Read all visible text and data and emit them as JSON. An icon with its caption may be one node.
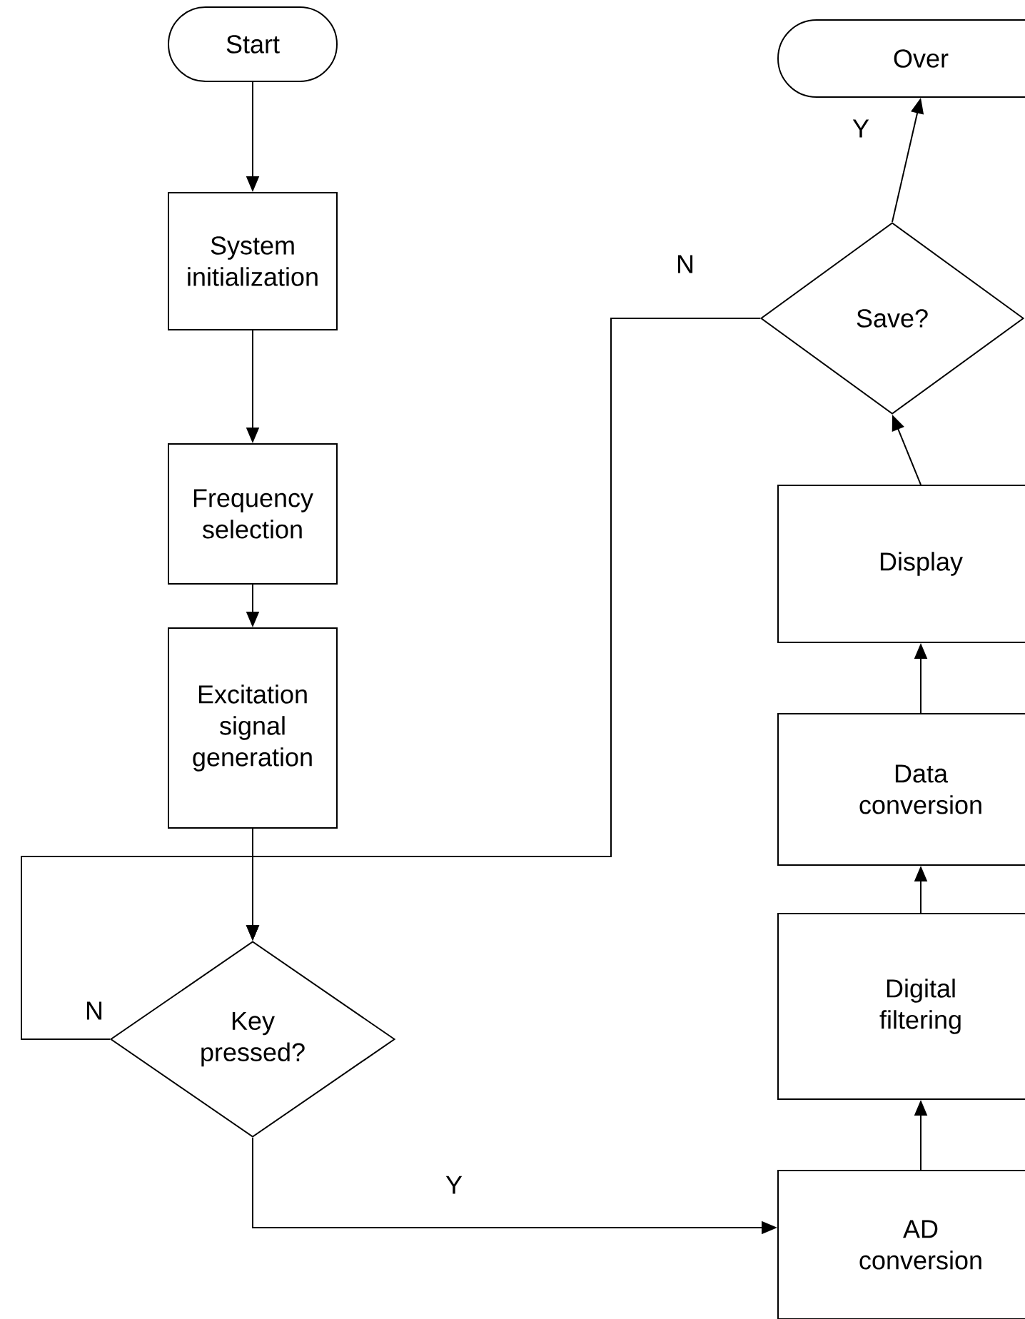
{
  "diagram": {
    "nodes": [
      {
        "text": [
          "Start"
        ]
      },
      {
        "text": [
          "System initialization"
        ]
      },
      {
        "text": [
          "Frequency selection"
        ]
      },
      {
        "text": [
          "Excitation signal generation"
        ]
      },
      {
        "text": [
          "Key pressed?"
        ]
      },
      {
        "text": [
          "AD conversion"
        ]
      },
      {
        "text": [
          "Digital filtering"
        ]
      },
      {
        "text": [
          "Data conversion"
        ]
      },
      {
        "text": [
          "Display"
        ]
      },
      {
        "text": [
          "Save?"
        ]
      },
      {
        "text": [
          "Over"
        ]
      }
    ],
    "edges": [
      {
        "from": 0,
        "to": 1,
        "arrow": "to"
      },
      {
        "from": 1,
        "to": 2,
        "arrow": "to"
      },
      {
        "from": 2,
        "to": 3,
        "arrow": "to"
      },
      {
        "from": 3,
        "to": 4,
        "arrow": "to"
      },
      {
        "from": 4,
        "to": 5,
        "arrow": "to",
        "label": "Y"
      },
      {
        "from": 5,
        "to": 6,
        "arrow": "to"
      },
      {
        "from": 6,
        "to": 7,
        "arrow": "to"
      },
      {
        "from": 7,
        "to": 8,
        "arrow": "to"
      },
      {
        "from": 8,
        "to": 9,
        "arrow": "to"
      },
      {
        "from": 9,
        "to": 10,
        "arrow": "to",
        "label": "Y"
      },
      {
        "from": 9,
        "to": 4,
        "arrow": "to",
        "label": "N"
      },
      {
        "from": 4,
        "to": 4,
        "arrow": "to",
        "label": "N"
      }
    ]
  }
}
